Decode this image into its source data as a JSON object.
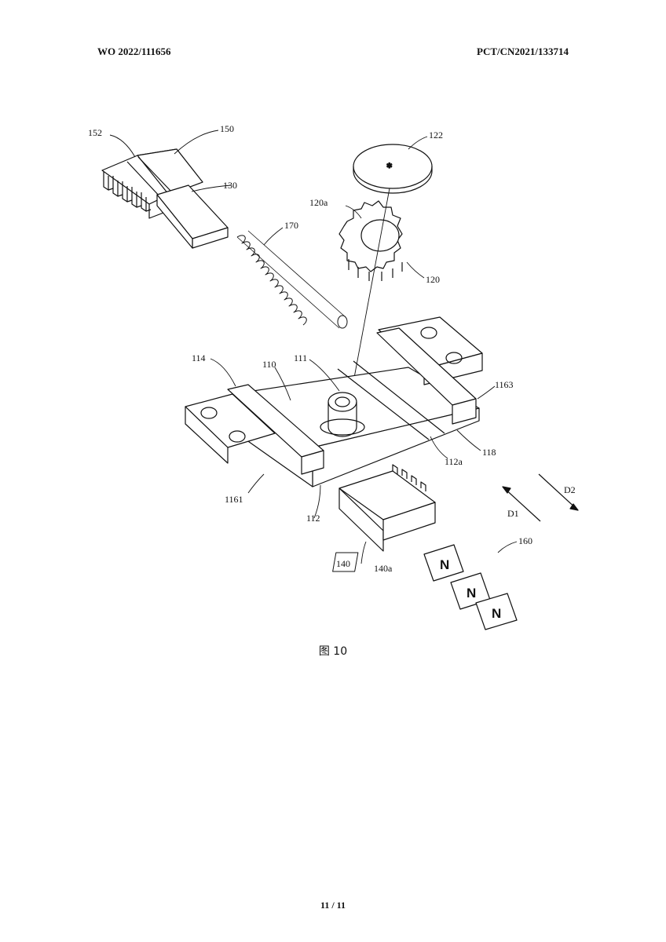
{
  "header": {
    "publication_number": "WO 2022/111656",
    "application_number": "PCT/CN2021/133714"
  },
  "figure": {
    "caption": "图 10",
    "labels": {
      "l152": "152",
      "l150": "150",
      "l130": "130",
      "l170": "170",
      "l122": "122",
      "l120a": "120a",
      "l120": "120",
      "l114": "114",
      "l110": "110",
      "l111": "111",
      "l1163": "1163",
      "l112a": "112a",
      "l118": "118",
      "l1161": "1161",
      "l112": "112",
      "l140": "140",
      "l140a": "140a",
      "l160": "160",
      "lD1": "D1",
      "lD2": "D2"
    },
    "magnet_letter": "N"
  },
  "footer": {
    "page": "11 / 11"
  }
}
